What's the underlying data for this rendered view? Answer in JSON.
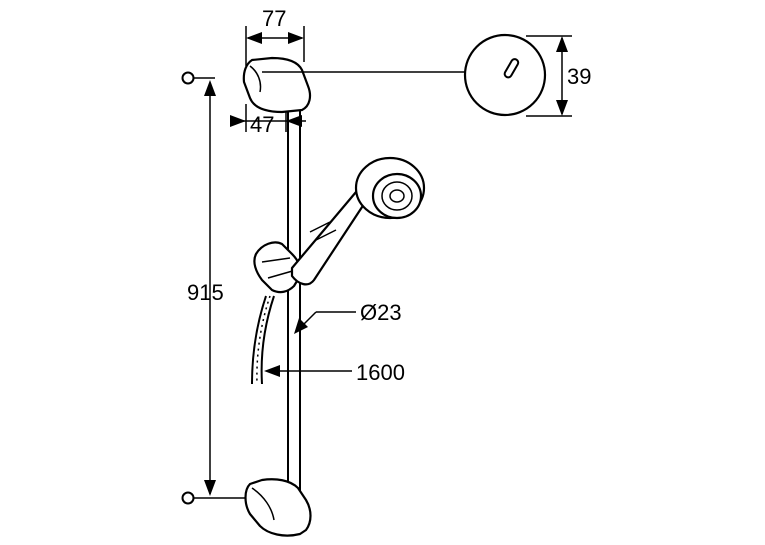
{
  "dimensions": {
    "width_top": "77",
    "offset": "47",
    "diameter_cap": "39",
    "rail_length": "915",
    "rail_diameter": "Ø23",
    "hose_length": "1600"
  },
  "colors": {
    "stroke": "#000000",
    "background": "#ffffff"
  }
}
